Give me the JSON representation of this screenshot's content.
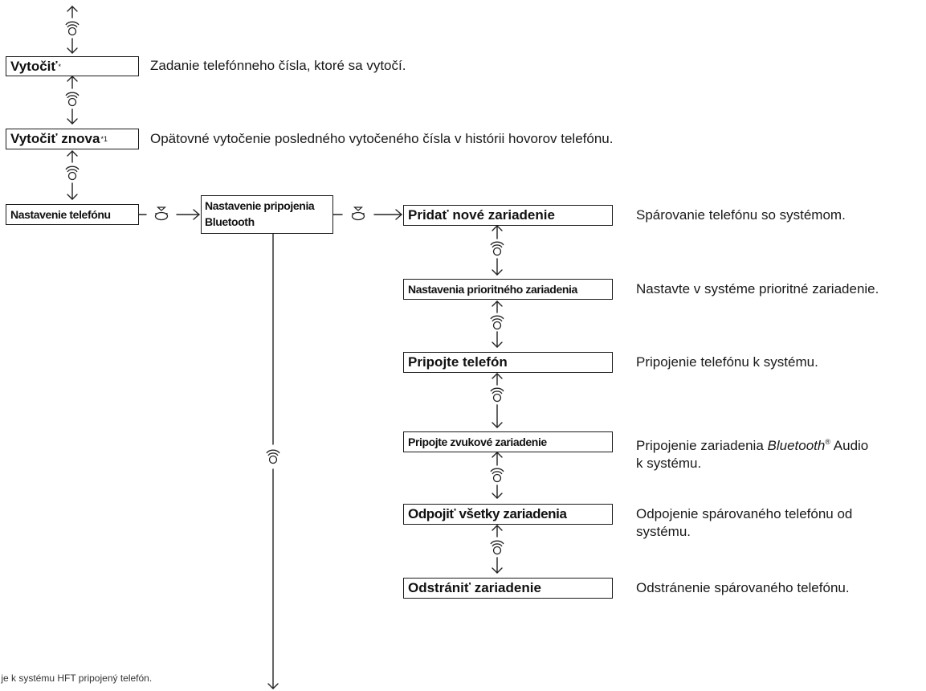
{
  "menu": {
    "dial": {
      "label": "Vytočiť",
      "mark": "*"
    },
    "redial": {
      "label": "Vytočiť znova",
      "mark": "*1"
    },
    "phone_setup": {
      "label": "Nastavenie telefónu"
    },
    "bt_setup": {
      "label_line1": "Nastavenie pripojenia",
      "label_line2": "Bluetooth"
    },
    "submenu": [
      {
        "label": "Pridať nové zariadenie"
      },
      {
        "label": "Nastavenia prioritného zariadenia"
      },
      {
        "label": "Pripojte telefón"
      },
      {
        "label": "Pripojte zvukové zariadenie"
      },
      {
        "label": "Odpojiť všetky zariadenia"
      },
      {
        "label": "Odstrániť zariadenie"
      }
    ]
  },
  "descriptions": {
    "dial": "Zadanie telefónneho čísla, ktoré sa vytočí.",
    "redial": "Opätovné vytočenie posledného vytočeného čísla v histórii hovorov telefónu.",
    "add_device": "Spárovanie telefónu so systémom.",
    "priority_device": "Nastavte v systéme prioritné zariadenie.",
    "connect_phone": "Pripojenie telefónu k systému.",
    "connect_audio_a": "Pripojenie zariadenia ",
    "connect_audio_brand": "Bluetooth",
    "connect_audio_reg": "®",
    "connect_audio_b": " Audio",
    "connect_audio_line2": "k systému.",
    "disconnect_all_line1": "Odpojenie spárovaného telefónu od",
    "disconnect_all_line2": "systému.",
    "remove_device": "Odstránenie spárovaného telefónu."
  },
  "footnote": "k je k systému HFT pripojený telefón.",
  "icons": {
    "rotate": "selector-knob-rotate-icon",
    "press": "selector-knob-press-icon",
    "arrow": "arrow-icon"
  }
}
